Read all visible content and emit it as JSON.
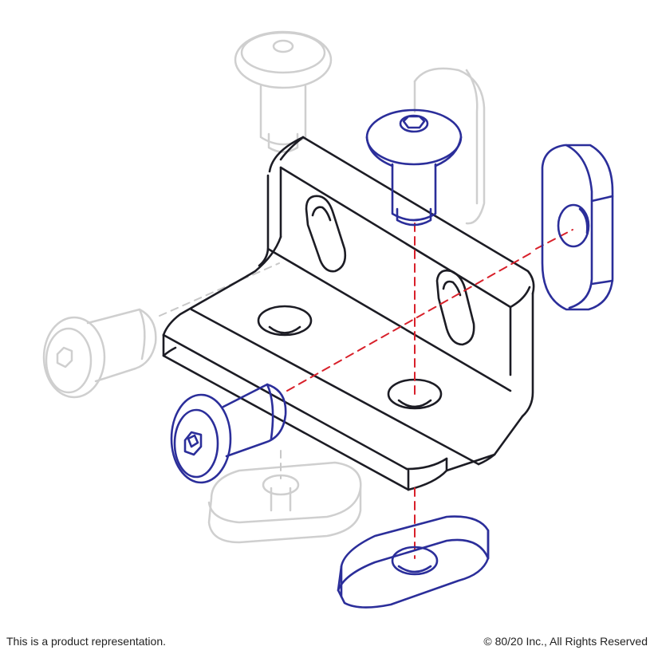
{
  "caption": {
    "left": "This is a product representation.",
    "right": "© 80/20 Inc., All Rights Reserved"
  },
  "colors": {
    "bracket_stroke": "#1c1c24",
    "hardware_stroke": "#2b2e9a",
    "ghost_stroke": "#cfcfcf",
    "dashed_axis": "#d8202a",
    "ghost_dash": "#c8c8c8"
  },
  "parts": [
    {
      "name": "corner-bracket",
      "style": "solid"
    },
    {
      "name": "button-head-socket-cap-screw",
      "count": 2,
      "style": "highlighted"
    },
    {
      "name": "t-nut",
      "count": 2,
      "style": "highlighted"
    },
    {
      "name": "button-head-socket-cap-screw",
      "count": 2,
      "style": "ghosted"
    },
    {
      "name": "t-nut",
      "count": 2,
      "style": "ghosted"
    }
  ]
}
